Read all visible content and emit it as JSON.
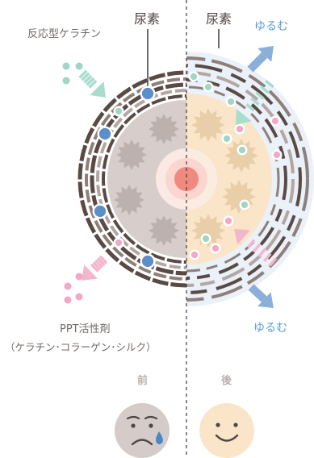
{
  "labels": {
    "keratin": "反応型ケラチン",
    "urea_left": "尿素",
    "urea_right": "尿素",
    "loosen_top": "ゆるむ",
    "loosen_bottom": "ゆるむ",
    "ppt_title": "PPT活性剤",
    "ppt_detail": "（ケラチン･コラーゲン･シルク）",
    "before": "前",
    "after": "後"
  },
  "colors": {
    "cuticle_dark": "#5a4a45",
    "cuticle_mid": "#8f7f7a",
    "cuticle_light": "#b4a7a3",
    "cortex_before": "#d7cdca",
    "cortex_after": "#fbe5c9",
    "halo_after": "#eaf1f9",
    "urea_dot": "#5b8fc7",
    "keratin_dot": "#9fd6c6",
    "ppt_dot": "#f3a8c6",
    "arrow_green": "#a8dccd",
    "arrow_pink": "#f4b6cc",
    "arrow_blue": "#8aafd8",
    "medulla": "#f08a7e"
  },
  "icons": {
    "before_face": "sad-face-icon",
    "after_face": "smile-face-icon",
    "tear": "tear-icon"
  }
}
